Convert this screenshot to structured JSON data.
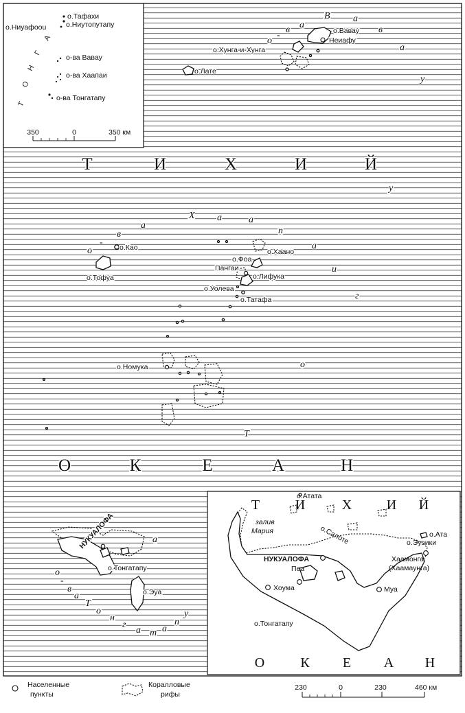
{
  "main_map": {
    "ocean_letters_1": [
      "Т",
      "И",
      "Х",
      "И",
      "Й"
    ],
    "ocean_letters_2": [
      "О",
      "К",
      "Е",
      "А",
      "Н"
    ],
    "arc_vavau": [
      "о",
      "-",
      "в",
      "а",
      "В",
      "а",
      "в",
      "а",
      "у"
    ],
    "arc_haapai": [
      "о",
      "-",
      "в",
      "а",
      "Х",
      "а",
      "а",
      "п",
      "а",
      "и"
    ],
    "arc_tongatapu": [
      "о",
      "-",
      "в",
      "а",
      "Т",
      "о",
      "н",
      "г",
      "а",
      "т",
      "а",
      "п",
      "у"
    ],
    "labels": {
      "vavau_island": "о.Вавау",
      "neiafu": "Неиафу",
      "hunga": "о.Хунга-и-Хунга",
      "late": "о.Лате",
      "kao": "о.Као",
      "tofua": "о.Тофуа",
      "haano": "о.Хаано",
      "foa": "о.Фоа",
      "pangai": "Пангаи",
      "lifuka": "о.Лифука",
      "uoleva": "о.Уолева",
      "tatafa": "о.Татафа",
      "nomuka": "о.Номука",
      "nukualofa": "НУКУАЛОФА",
      "tongatapu_island": "о.Тонгатапу",
      "eua": "о.Эуа"
    }
  },
  "overview_inset": {
    "tafahi": "о.Тафахи",
    "niuafoou": "о.Ниуафоou",
    "niuatoputapu": "о.Ниутопутапу",
    "vavau": "о-ва Вавау",
    "haapai": "о-ва Хаапаи",
    "tongatapu": "о-ва Тонгатапу",
    "country_letters": [
      "Т",
      "О",
      "Н",
      "Г",
      "А"
    ],
    "scale": {
      "left": "350",
      "center": "0",
      "right": "350 км"
    }
  },
  "detail_inset": {
    "sea_letters_1": [
      "Т",
      "И",
      "Х",
      "И",
      "Й"
    ],
    "sea_letters_2": [
      "О",
      "К",
      "Е",
      "А",
      "Н"
    ],
    "atata": "о.Атата",
    "bay": [
      "залив",
      "Мария"
    ],
    "salote": "о.Салоте",
    "euaiki": "о.Эуэики",
    "ata": "о.Ата",
    "nukualofa": "НУКУАЛОФА",
    "pea": "Пеа",
    "houma": "Хоума",
    "mua": "Муа",
    "haamonga": [
      "Хаамонга",
      "(Хаамаунга)"
    ],
    "tongatapu_island": "о.Тонгатапу"
  },
  "legend": {
    "settlements": [
      "Населенные",
      "пункты"
    ],
    "reefs": [
      "Коралловые",
      "рифы"
    ]
  },
  "scale": {
    "v1": "230",
    "v2": "0",
    "v3": "230",
    "v4": "460 км"
  }
}
